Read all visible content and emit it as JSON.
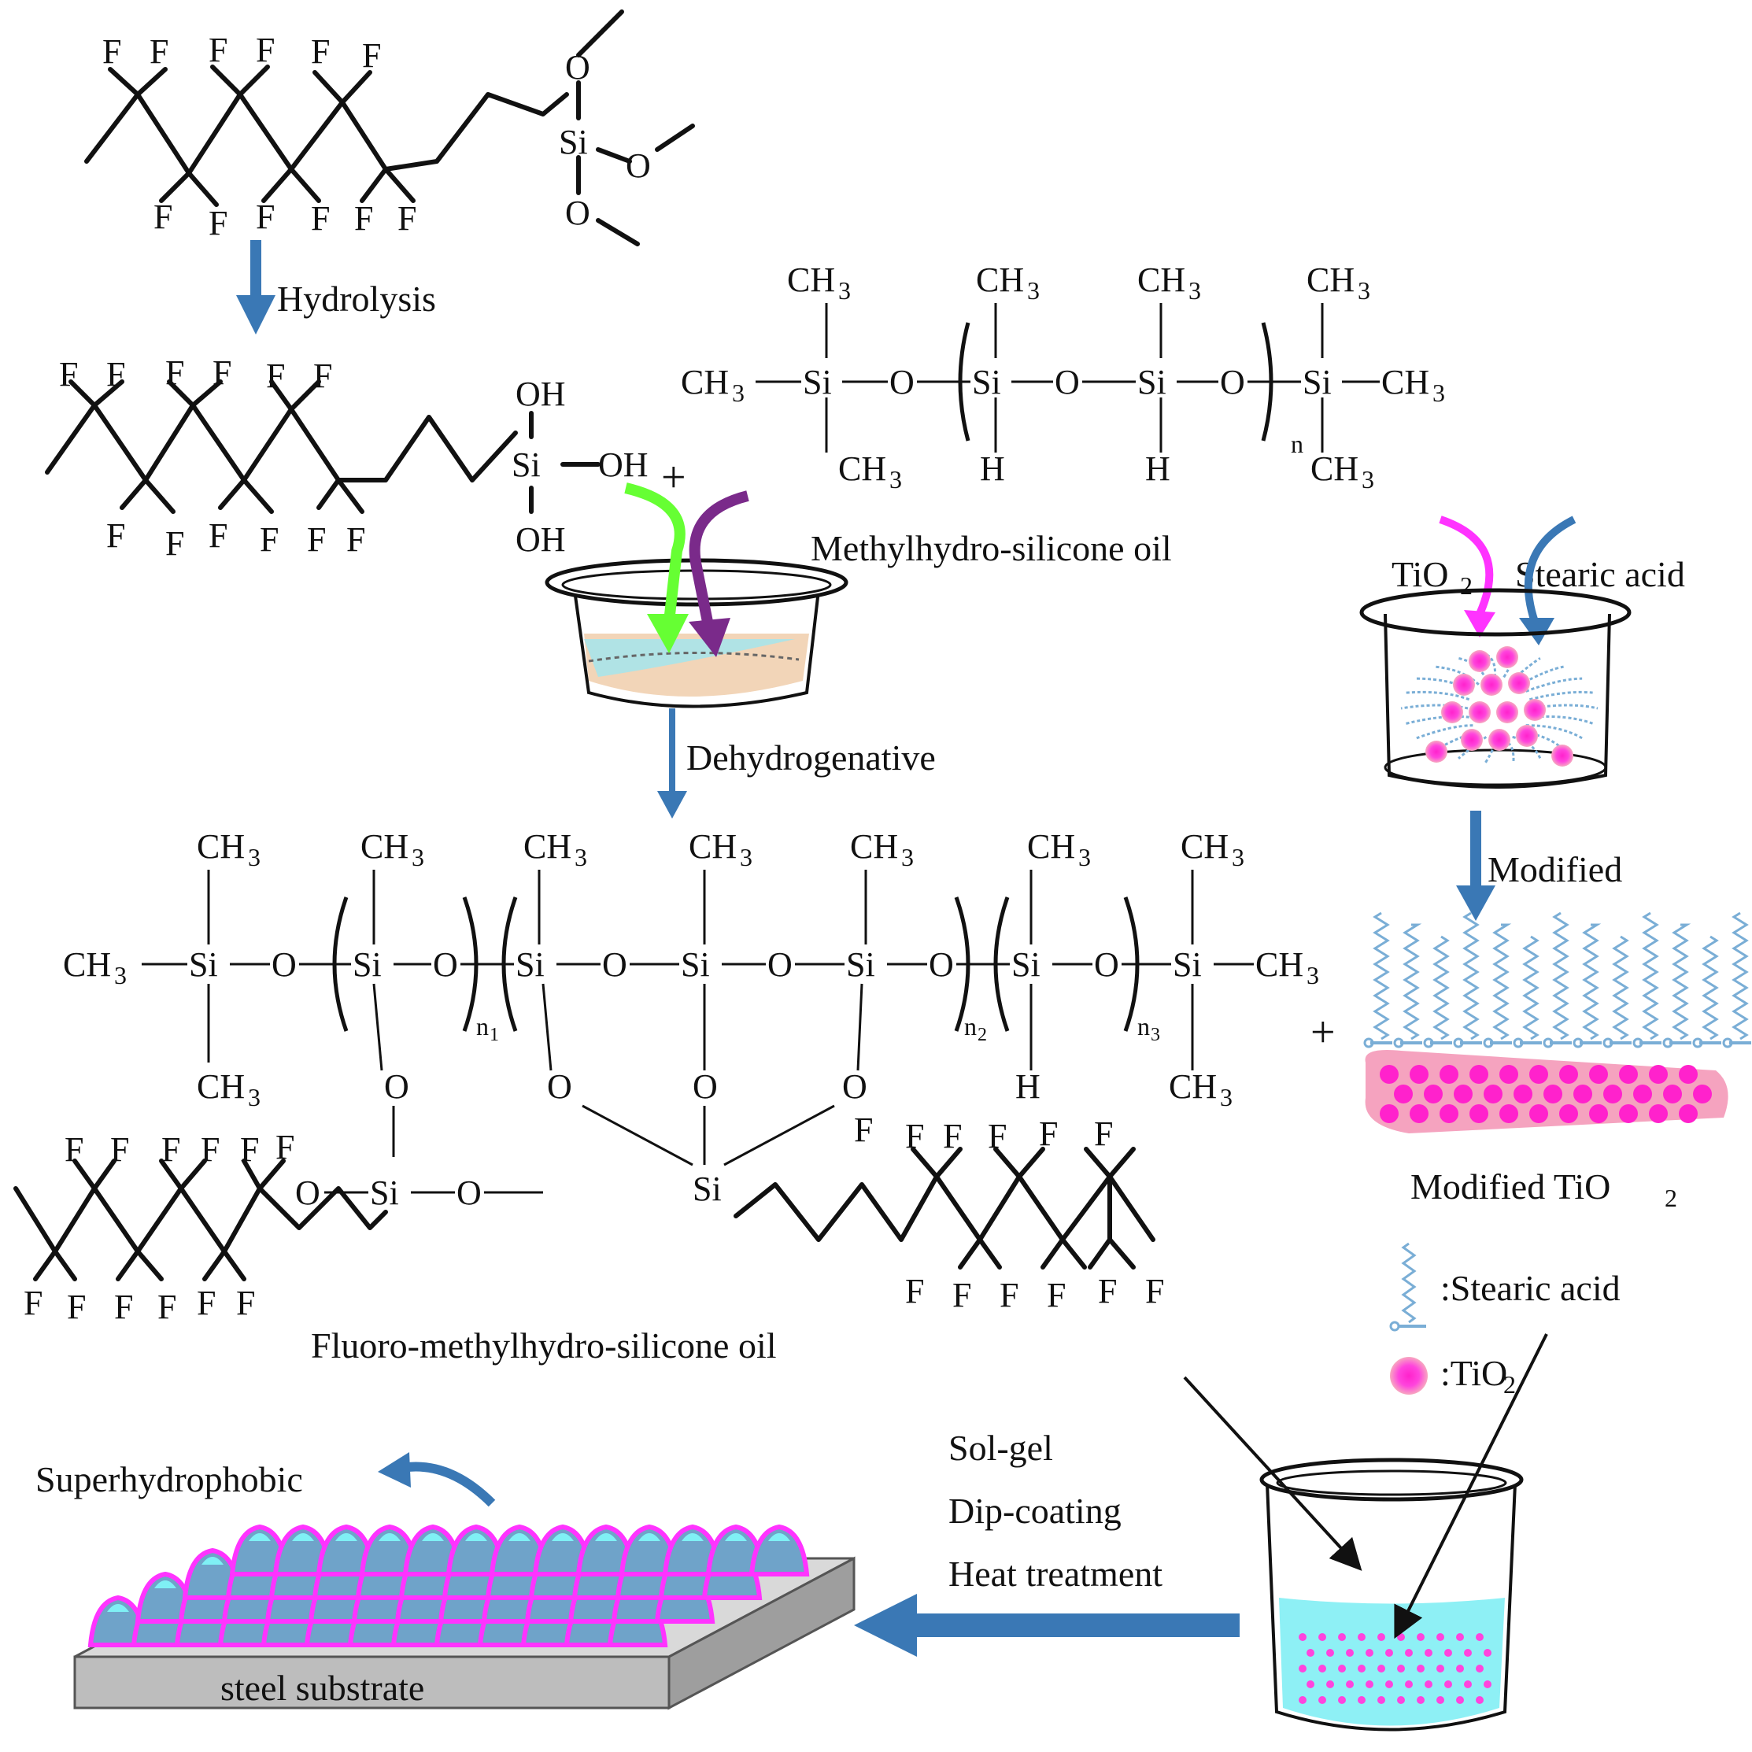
{
  "labels": {
    "hydrolysis": "Hydrolysis",
    "methylhydro_silicone_oil": "Methylhydro-silicone oil",
    "dehydrogenative": "Dehydrogenative",
    "tio2": "TiO",
    "tio2_sub": "2",
    "stearic_acid": "Stearic acid",
    "modified": "Modified",
    "modified_tio2": "Modified TiO",
    "fluoro_oil": "Fluoro-methylhydro-silicone oil",
    "legend_stearic": ":Stearic acid",
    "legend_tio2": ":TiO",
    "sol_gel": "Sol-gel",
    "dip_coating": "Dip-coating",
    "heat_treatment": "Heat treatment",
    "superhydrophobic": "Superhydrophobic",
    "steel_substrate": "steel  substrate"
  },
  "chem": {
    "F": "F",
    "O": "O",
    "Si": "Si",
    "OH": "OH",
    "H": "H",
    "CH": "CH",
    "three": "3",
    "n": "n",
    "n1": "1",
    "n2": "2",
    "n3": "3",
    "plus": "+"
  },
  "colors": {
    "arrow_blue": "#3a78b5",
    "magenta": "#ff33ff",
    "pink": "#f59bb6",
    "cyan": "#8ef0f5",
    "steel": "#bdbdbd",
    "green": "#66ff33",
    "purple": "#7a2a8a"
  }
}
